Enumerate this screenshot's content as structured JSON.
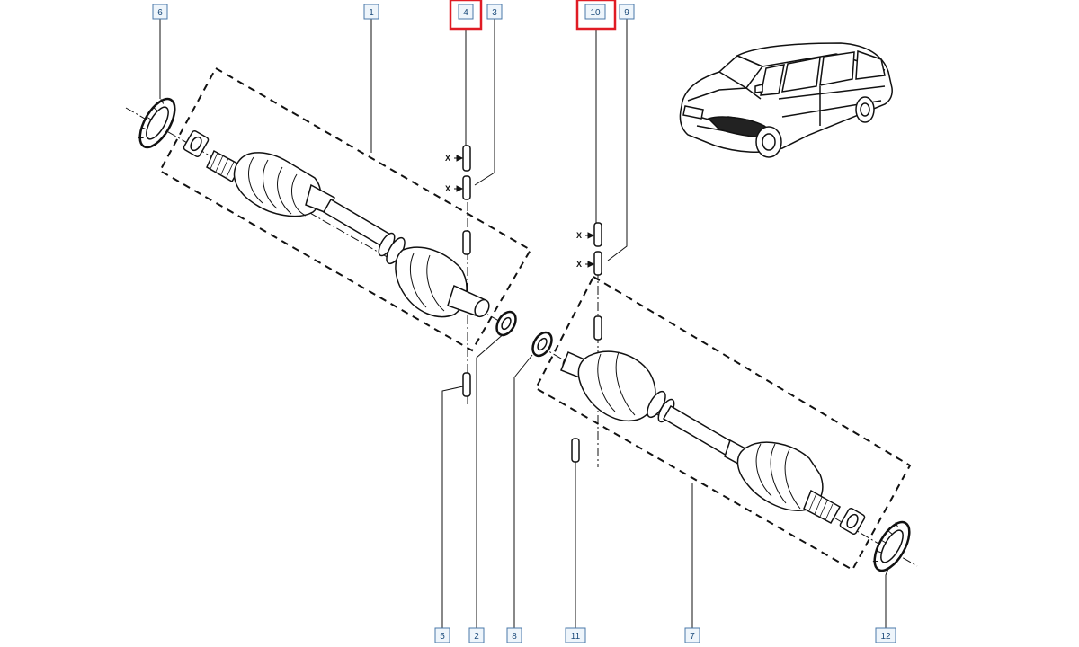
{
  "callouts": [
    {
      "id": "6",
      "label": "6",
      "highlighted": false
    },
    {
      "id": "1",
      "label": "1",
      "highlighted": false
    },
    {
      "id": "4",
      "label": "4",
      "highlighted": true
    },
    {
      "id": "3",
      "label": "3",
      "highlighted": false
    },
    {
      "id": "10",
      "label": "10",
      "highlighted": true
    },
    {
      "id": "9",
      "label": "9",
      "highlighted": false
    },
    {
      "id": "5",
      "label": "5",
      "highlighted": false
    },
    {
      "id": "2",
      "label": "2",
      "highlighted": false
    },
    {
      "id": "8",
      "label": "8",
      "highlighted": false
    },
    {
      "id": "11",
      "label": "11",
      "highlighted": false
    },
    {
      "id": "7",
      "label": "7",
      "highlighted": false
    },
    {
      "id": "12",
      "label": "12",
      "highlighted": false
    }
  ],
  "dimension_marks": [
    "X",
    "X",
    "X",
    "X"
  ],
  "colors": {
    "line": "#111111",
    "callout_border": "#4a78a8",
    "callout_fill": "#eef5fb",
    "callout_text": "#1a4a7a",
    "highlight": "#e01b24"
  }
}
